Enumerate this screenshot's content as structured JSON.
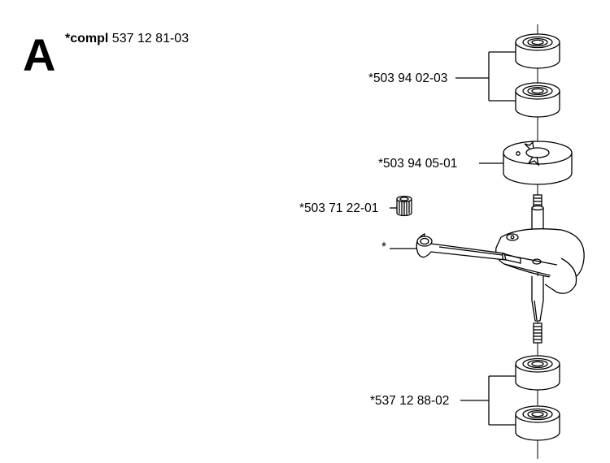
{
  "section": {
    "letter": "A",
    "assembly_prefix": "*compl",
    "assembly_number": "537 12 81-03"
  },
  "parts": [
    {
      "id": "bearing-top",
      "label": "*503 94 02-03"
    },
    {
      "id": "flywheel-plate",
      "label": "*503 94 05-01"
    },
    {
      "id": "needle-bearing",
      "label": "*503 71 22-01"
    },
    {
      "id": "crankshaft",
      "label": "*"
    },
    {
      "id": "bearing-bottom",
      "label": "*537 12 88-02"
    }
  ]
}
